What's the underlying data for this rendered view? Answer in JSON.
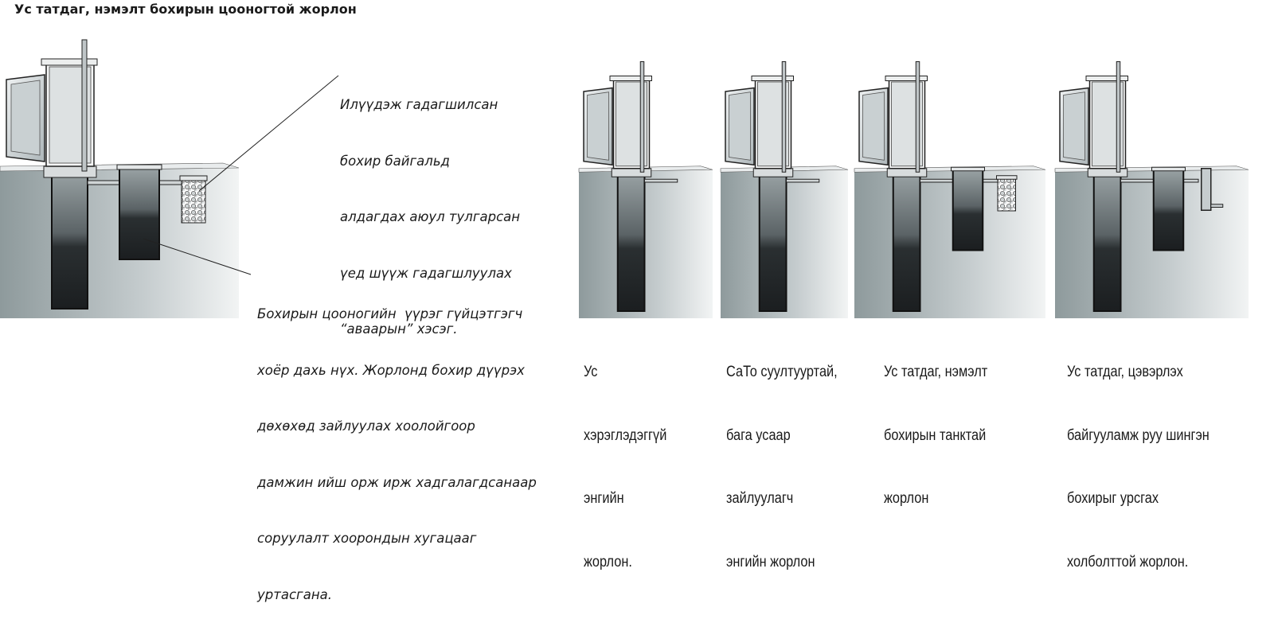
{
  "title": "Ус татдаг, нэмэлт бохирын  цооногтой жорлон",
  "callouts": {
    "overflow": [
      "Илүүдэж гадагшилсан",
      "бохир байгальд",
      "алдагдах аюул тулгарсан",
      "үед шүүж гадагшлуулах",
      "“аваарын” хэсэг."
    ],
    "second_pit": [
      "Бохирын цооногийн  үүрэг гүйцэтгэгч",
      "хоёр дахь нүх. Жорлонд бохир дүүрэх",
      "дөхөхөд зайлуулах хоолойгоор",
      "дамжин ийш орж ирж хадгалагдсанаар",
      "соруулалт хоорондын хугацааг",
      "уртасгана."
    ]
  },
  "captions": [
    [
      "Ус",
      "хэрэглэдэггүй",
      "энгийн",
      "жорлон."
    ],
    [
      "СаТо суултууртай,",
      "бага усаар",
      "зайлуулагч",
      "энгийн жорлон"
    ],
    [
      "Ус татдаг, нэмэлт",
      "бохирын танктай",
      "жорлон"
    ],
    [
      "Ус татдаг, цэвэрлэх",
      "байгууламж руу шингэн",
      "бохирыг урсгах",
      "холболттой жорлон."
    ]
  ]
}
